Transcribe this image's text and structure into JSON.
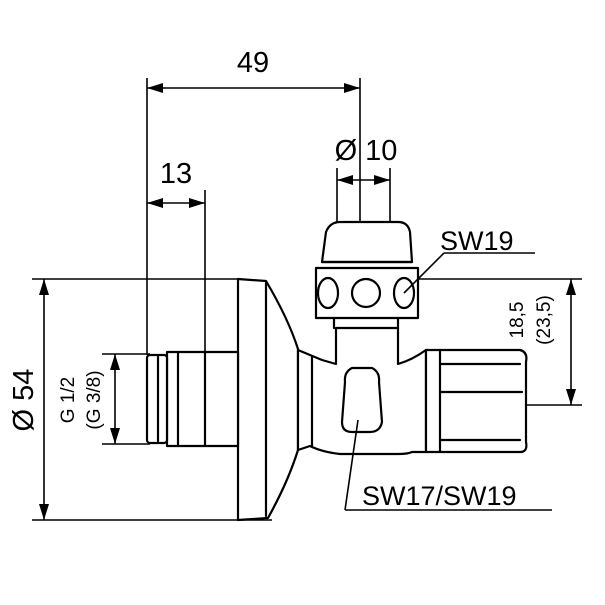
{
  "dimensions": {
    "overall_length": "49",
    "stem_diameter": "Ø 10",
    "thread_length": "13",
    "rosette_diameter": "Ø 54",
    "thread_size": "G 1/2",
    "thread_size_alt": "(G 3/8)",
    "outlet_height": "18,5",
    "outlet_height_alt": "(23,5)"
  },
  "callouts": {
    "top_wrench": "SW19",
    "body_wrench": "SW17/SW19"
  },
  "colors": {
    "line": "#000000",
    "background": "#ffffff"
  }
}
